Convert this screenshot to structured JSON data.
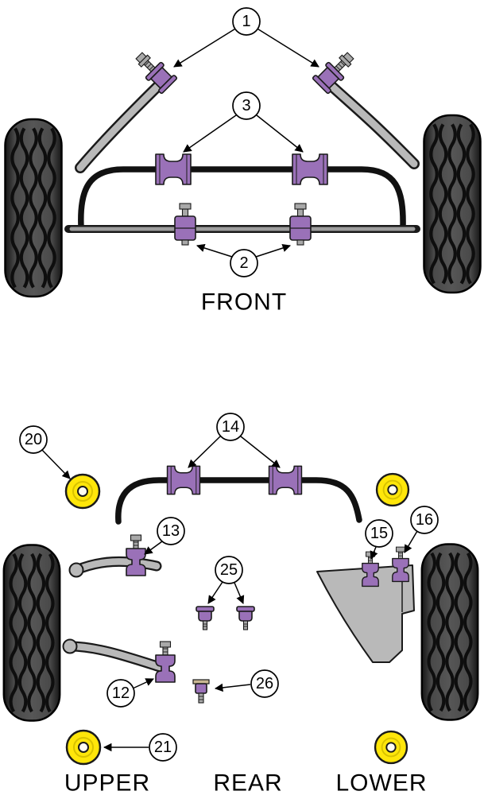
{
  "front": {
    "label": "FRONT",
    "callouts": {
      "c1": "1",
      "c2": "2",
      "c3": "3"
    }
  },
  "rear": {
    "labels": {
      "upper": "UPPER",
      "center": "REAR",
      "lower": "LOWER"
    },
    "callouts": {
      "c12": "12",
      "c13": "13",
      "c14": "14",
      "c15": "15",
      "c16": "16",
      "c20": "20",
      "c21": "21",
      "c25": "25",
      "c26": "26"
    }
  },
  "colors": {
    "bushing_purple": "#9a71b8",
    "bushing_yellow": "#ffe60a",
    "metal_gray": "#b9b9b9",
    "tire_body": "#4a4a4a",
    "line_black": "#111111"
  }
}
